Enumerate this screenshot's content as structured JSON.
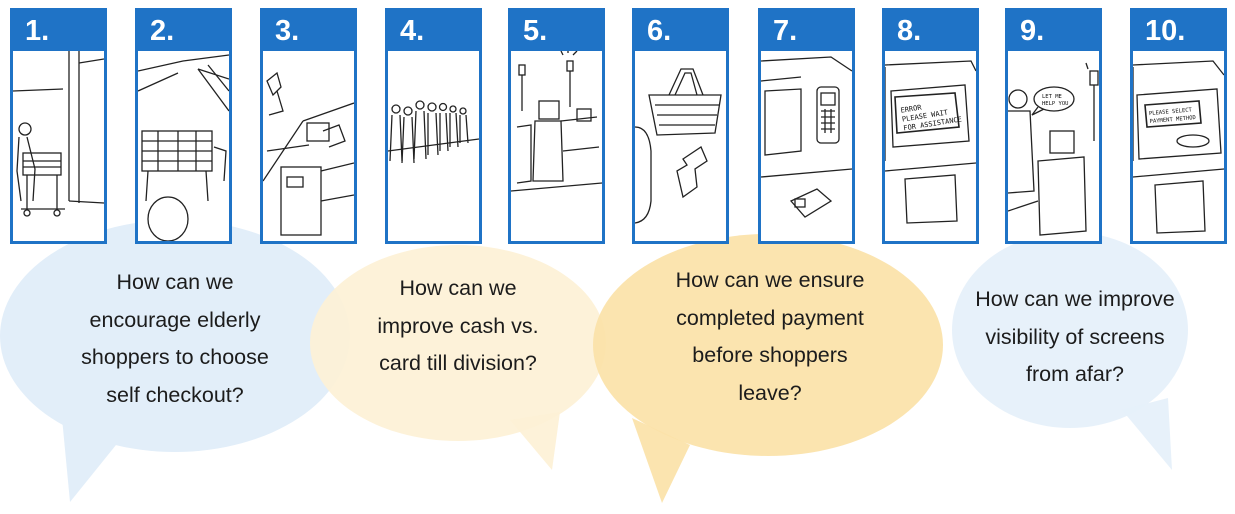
{
  "colors": {
    "panel_blue": "#1f73c6",
    "bubble_blue": "#e2eef9",
    "bubble_cream": "#fdf1d6",
    "bubble_yellow": "#fbe2a8",
    "bubble_light_blue": "#e6f0fa"
  },
  "panels": [
    {
      "number": "1.",
      "scene": "elderly shopper with trolley"
    },
    {
      "number": "2.",
      "scene": "supermarket aisle with trolley"
    },
    {
      "number": "3.",
      "scene": "self checkout kiosk"
    },
    {
      "number": "4.",
      "scene": "queue of shoppers"
    },
    {
      "number": "5.",
      "scene": "row of self checkout tills"
    },
    {
      "number": "6.",
      "scene": "shopping basket"
    },
    {
      "number": "7.",
      "scene": "card payment terminal"
    },
    {
      "number": "8.",
      "scene": "error screen",
      "screen_text": [
        "ERROR",
        "PLEASE WAIT",
        "FOR ASSISTANCE"
      ]
    },
    {
      "number": "9.",
      "scene": "shopper asking for help",
      "speech": [
        "LET ME",
        "HELP YOU"
      ]
    },
    {
      "number": "10.",
      "scene": "payment method screen",
      "screen_text": [
        "PLEASE SELECT",
        "PAYMENT METHOD"
      ]
    }
  ],
  "questions": [
    {
      "lines": [
        "How can we",
        "encourage elderly",
        "shoppers to choose",
        "self checkout?"
      ]
    },
    {
      "lines": [
        "How can we",
        "improve cash vs.",
        "card till division?"
      ]
    },
    {
      "lines": [
        "How can we ensure",
        "completed payment",
        "before shoppers",
        "leave?"
      ]
    },
    {
      "lines": [
        "How can we improve",
        "visibility of screens",
        "from afar?"
      ]
    }
  ]
}
